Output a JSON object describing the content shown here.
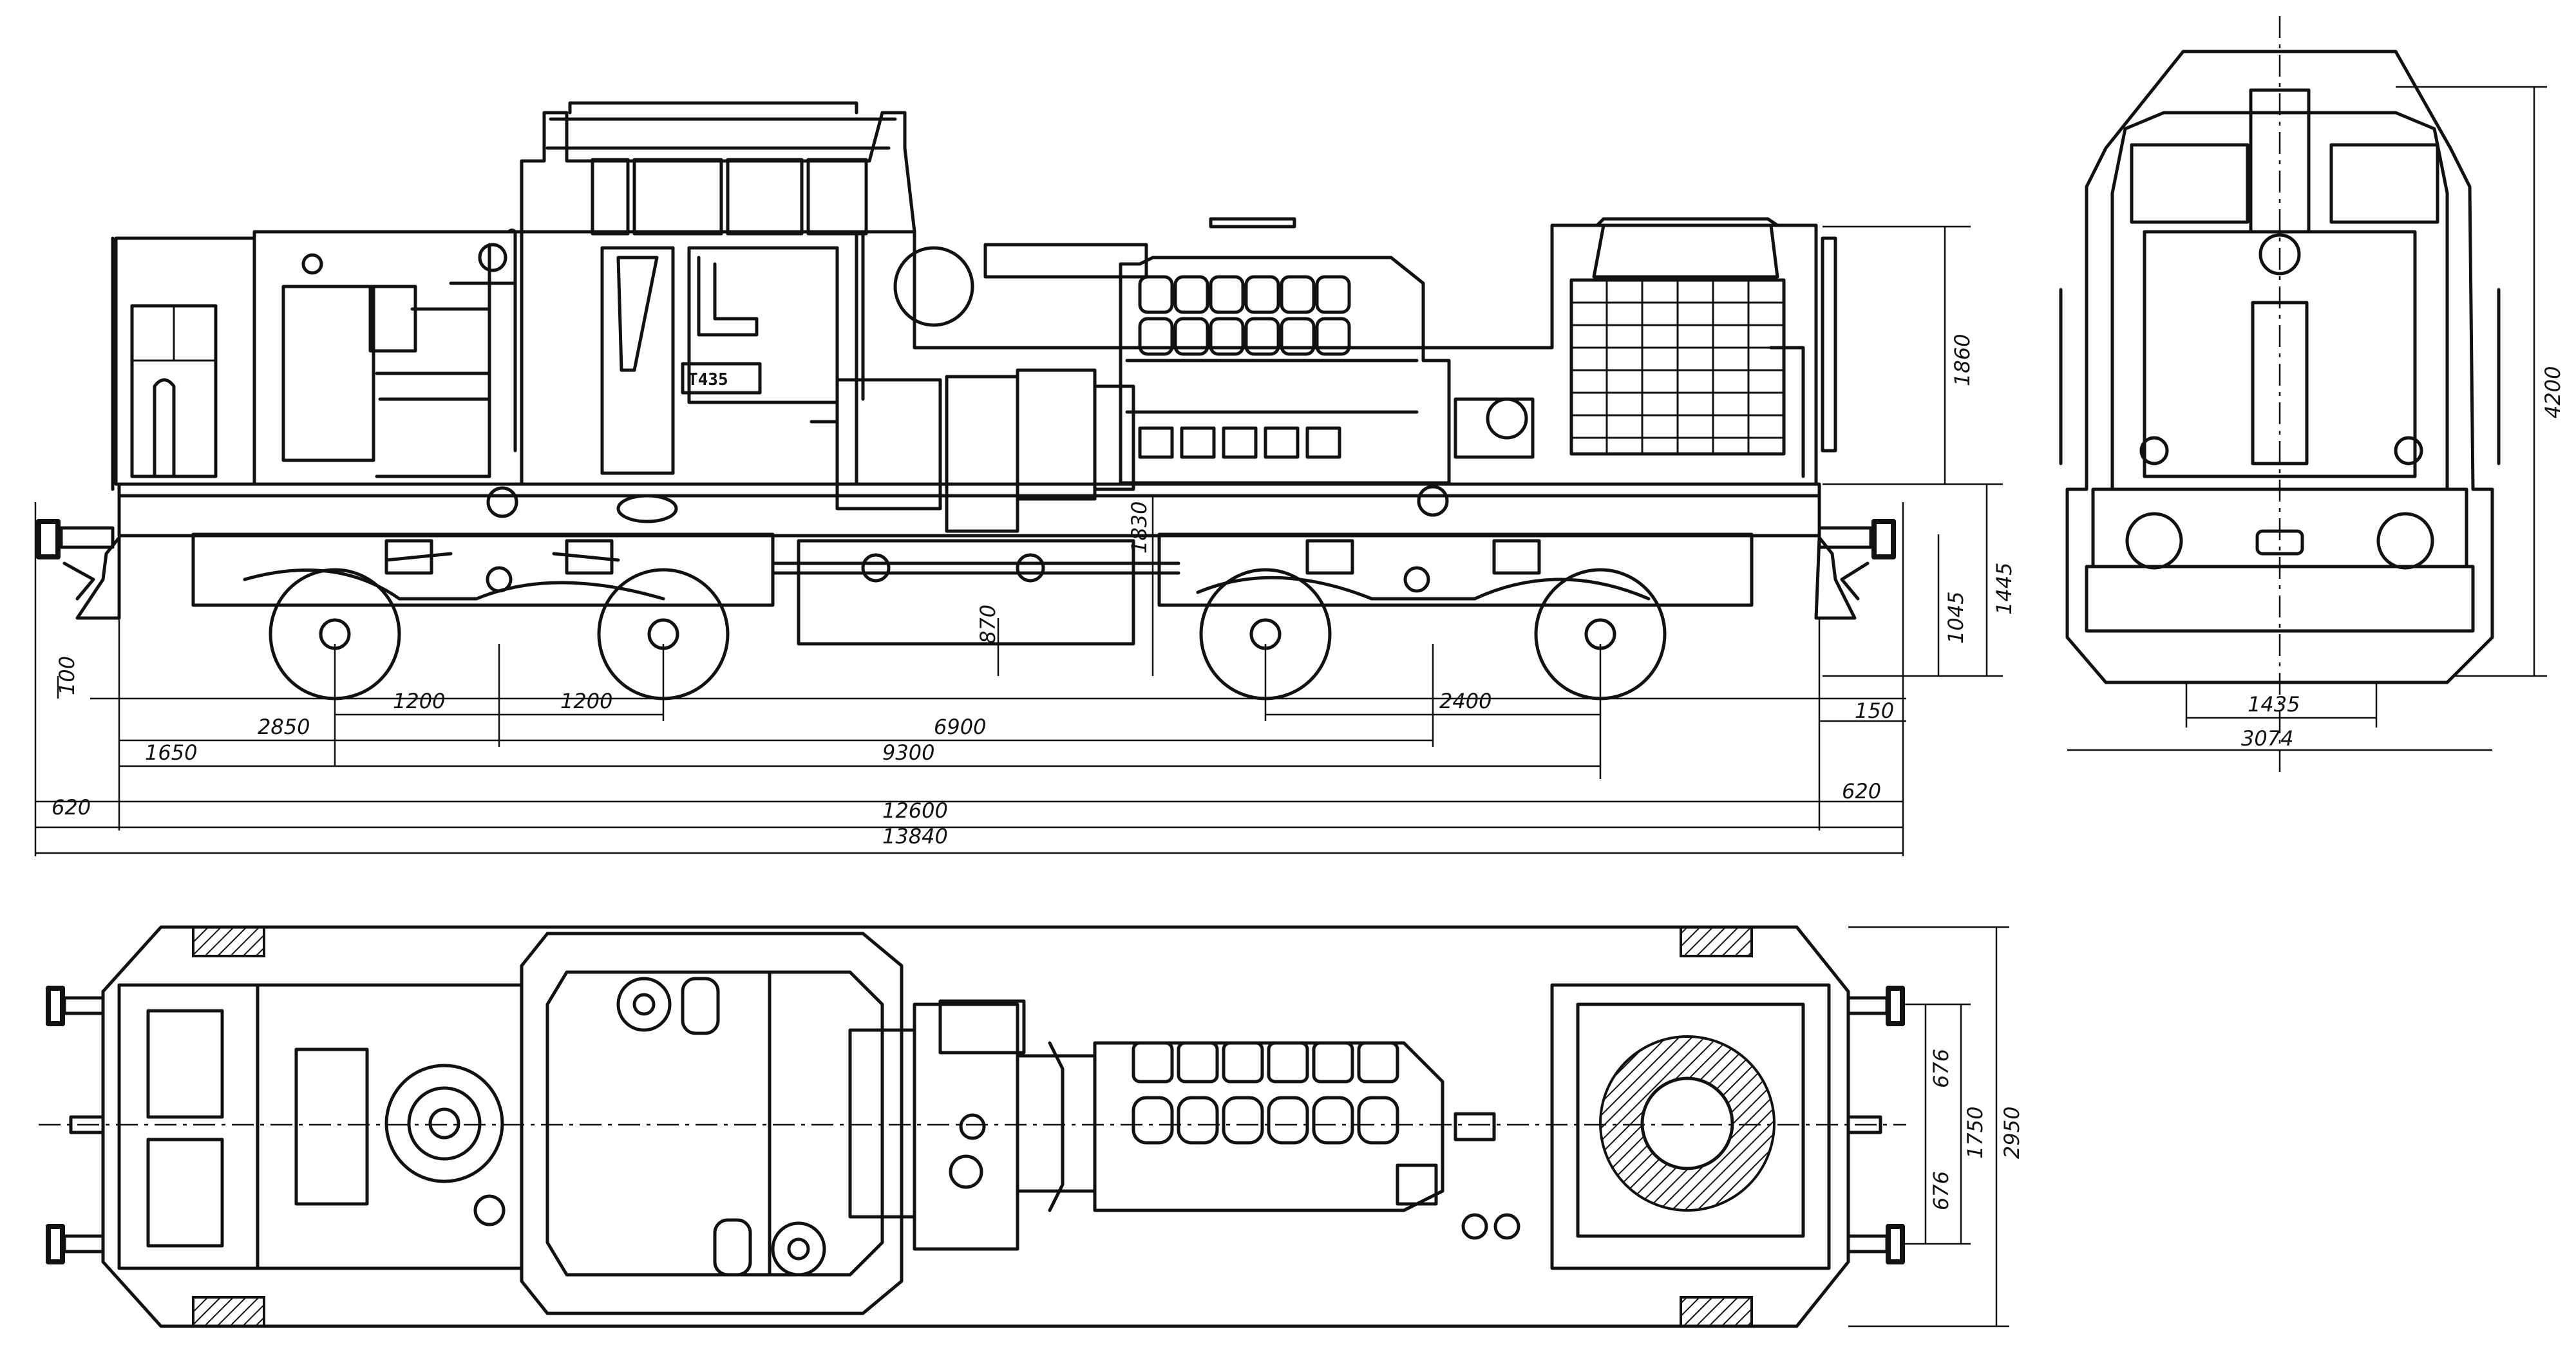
{
  "plate_label": "T435",
  "dimensions": {
    "side_horizontal": [
      "1200",
      "1200",
      "2850",
      "6900",
      "2400",
      "1650",
      "9300",
      "620",
      "12600",
      "620",
      "13840",
      "150"
    ],
    "side_vertical": [
      "1860",
      "1445",
      "1045",
      "100",
      "1830",
      "870"
    ],
    "end_view": [
      "4200",
      "1435",
      "3074"
    ],
    "plan": [
      "2950",
      "1750",
      "676",
      "676"
    ]
  }
}
